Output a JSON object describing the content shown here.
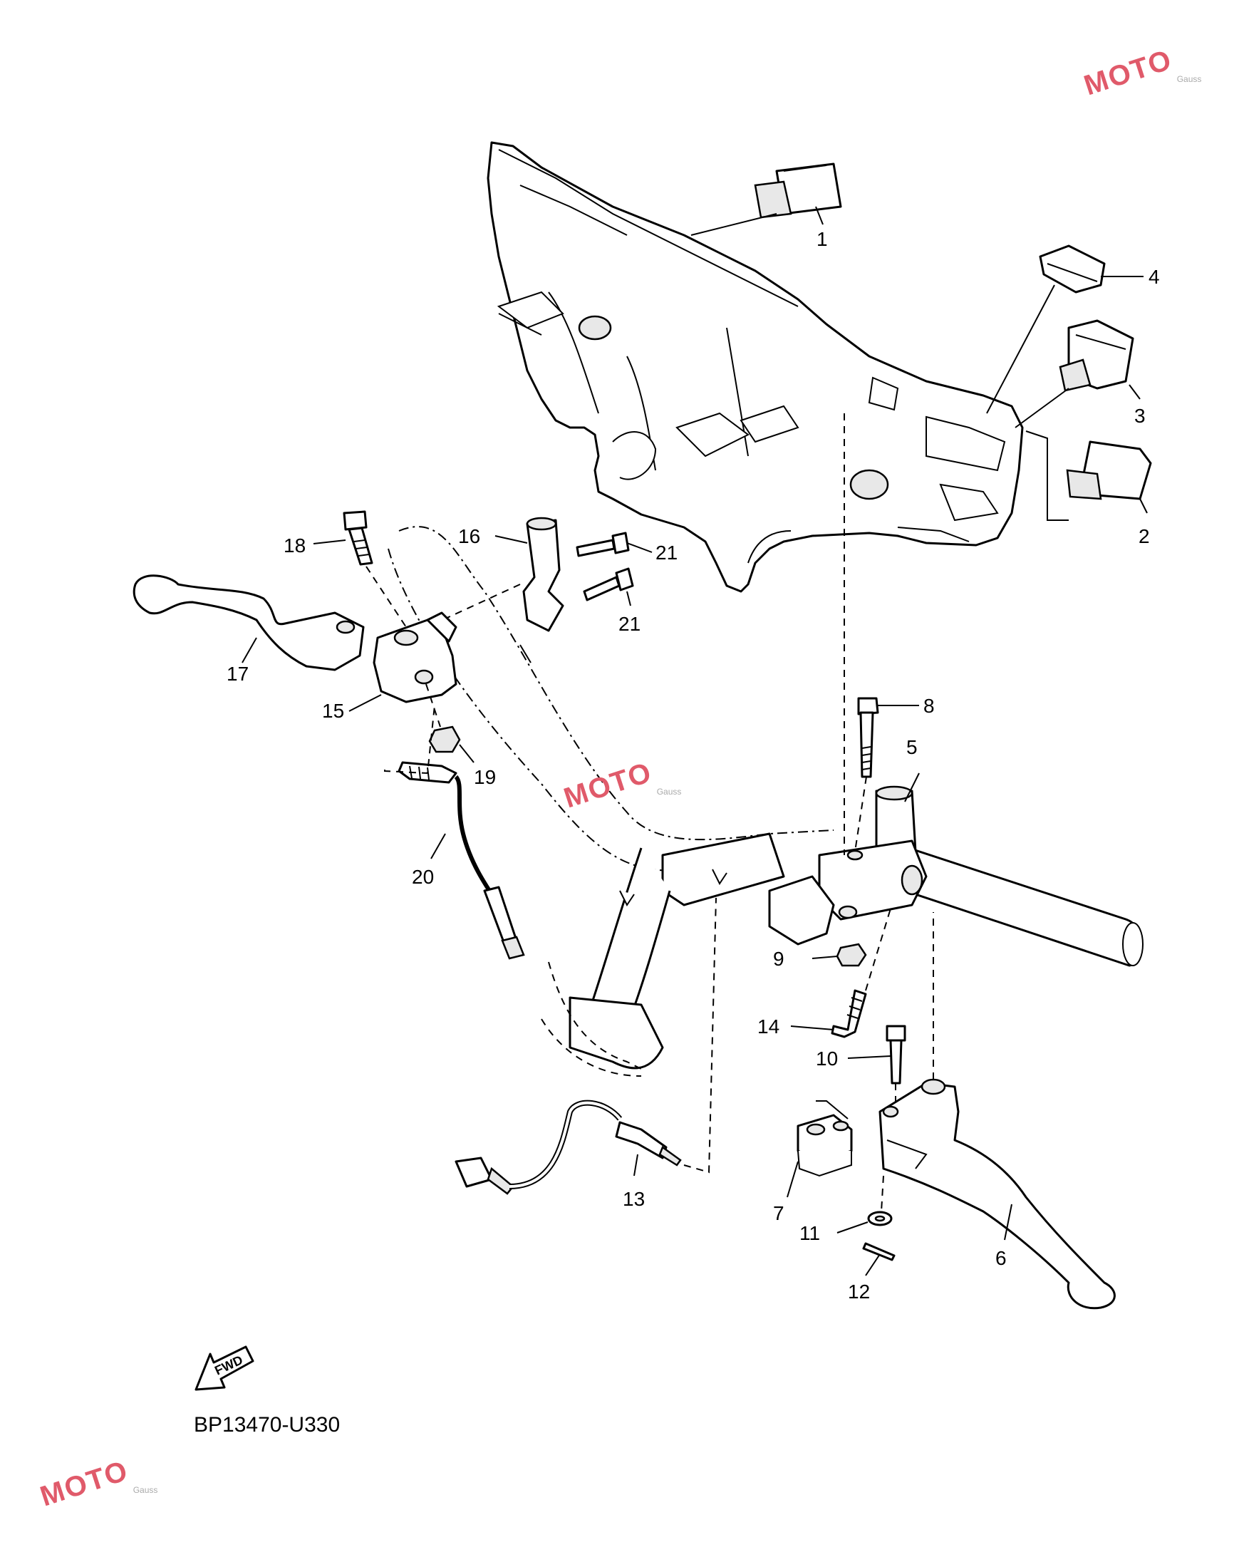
{
  "diagram_code": "BP13470-U330",
  "fwd_label": "FWD",
  "watermark": {
    "brand": "MOTO",
    "sub": "Gauss"
  },
  "callouts": [
    {
      "id": "c1",
      "label": "1"
    },
    {
      "id": "c2",
      "label": "2"
    },
    {
      "id": "c3",
      "label": "3"
    },
    {
      "id": "c4",
      "label": "4"
    },
    {
      "id": "c5",
      "label": "5"
    },
    {
      "id": "c6",
      "label": "6"
    },
    {
      "id": "c7",
      "label": "7"
    },
    {
      "id": "c8",
      "label": "8"
    },
    {
      "id": "c9",
      "label": "9"
    },
    {
      "id": "c10",
      "label": "10"
    },
    {
      "id": "c11",
      "label": "11"
    },
    {
      "id": "c12",
      "label": "12"
    },
    {
      "id": "c13",
      "label": "13"
    },
    {
      "id": "c14",
      "label": "14"
    },
    {
      "id": "c15",
      "label": "15"
    },
    {
      "id": "c16",
      "label": "16"
    },
    {
      "id": "c17",
      "label": "17"
    },
    {
      "id": "c18",
      "label": "18"
    },
    {
      "id": "c19",
      "label": "19"
    },
    {
      "id": "c20",
      "label": "20"
    },
    {
      "id": "c21a",
      "label": "21"
    },
    {
      "id": "c21b",
      "label": "21"
    }
  ]
}
